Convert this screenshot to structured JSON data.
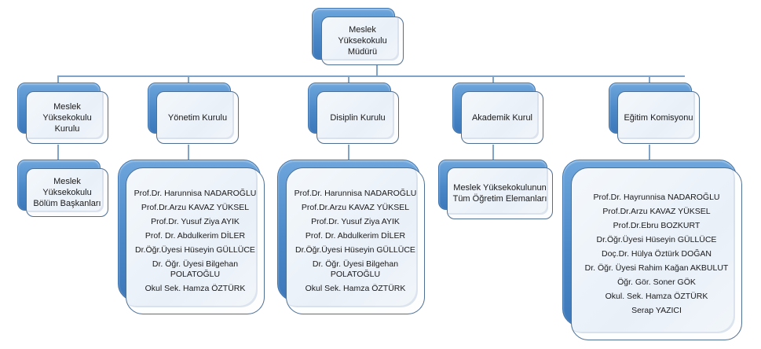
{
  "title": "Meslek Yüksekokulu Organizasyon Şeması",
  "root": {
    "label": "Meslek Yüksekokulu Müdürü"
  },
  "units": [
    {
      "label": "Meslek Yüksekokulu Kurulu",
      "child": {
        "type": "single",
        "label": "Meslek Yüksekokulu Bölüm Başkanları"
      }
    },
    {
      "label": "Yönetim Kurulu",
      "child": {
        "type": "list",
        "members": [
          "Prof.Dr. Harunnisa NADAROĞLU",
          "Prof.Dr.Arzu KAVAZ YÜKSEL",
          "Prof.Dr. Yusuf Ziya AYIK",
          "Prof. Dr. Abdulkerim DİLER",
          "Dr.Öğr.Üyesi  Hüseyin GÜLLÜCE",
          "Dr. Öğr. Üyesi Bilgehan POLATOĞLU",
          "Okul Sek. Hamza ÖZTÜRK"
        ]
      }
    },
    {
      "label": "Disiplin Kurulu",
      "child": {
        "type": "list",
        "members": [
          "Prof.Dr. Harunnisa NADAROĞLU",
          "Prof.Dr.Arzu KAVAZ YÜKSEL",
          "Prof.Dr. Yusuf Ziya AYIK",
          "Prof. Dr. Abdulkerim DİLER",
          "Dr.Öğr.Üyesi  Hüseyin GÜLLÜCE",
          "Dr. Öğr. Üyesi Bilgehan POLATOĞLU",
          "Okul Sek. Hamza ÖZTÜRK"
        ]
      }
    },
    {
      "label": "Akademik Kurul",
      "child": {
        "type": "single",
        "label": "Meslek Yüksekokulunun Tüm Öğretim Elemanları"
      }
    },
    {
      "label": "Eğitim Komisyonu",
      "child": {
        "type": "list",
        "members": [
          "Prof.Dr. Hayrunnisa NADAROĞLU",
          "Prof.Dr.Arzu KAVAZ YÜKSEL",
          "Prof.Dr.Ebru BOZKURT",
          "Dr.Öğr.Üyesi Hüseyin GÜLLÜCE",
          "Doç.Dr. Hülya Öztürk DOĞAN",
          "Dr. Öğr. Üyesi Rahim Kağan AKBULUT",
          "Öğr. Gör. Soner GÖK",
          "Okul. Sek. Hamza ÖZTÜRK",
          "Serap YAZICI"
        ]
      }
    }
  ],
  "colors": {
    "connector": "#7fa3c9",
    "back_box": "#4a88c8",
    "front_box": "#eef3f9",
    "border": "#4f6f94"
  }
}
